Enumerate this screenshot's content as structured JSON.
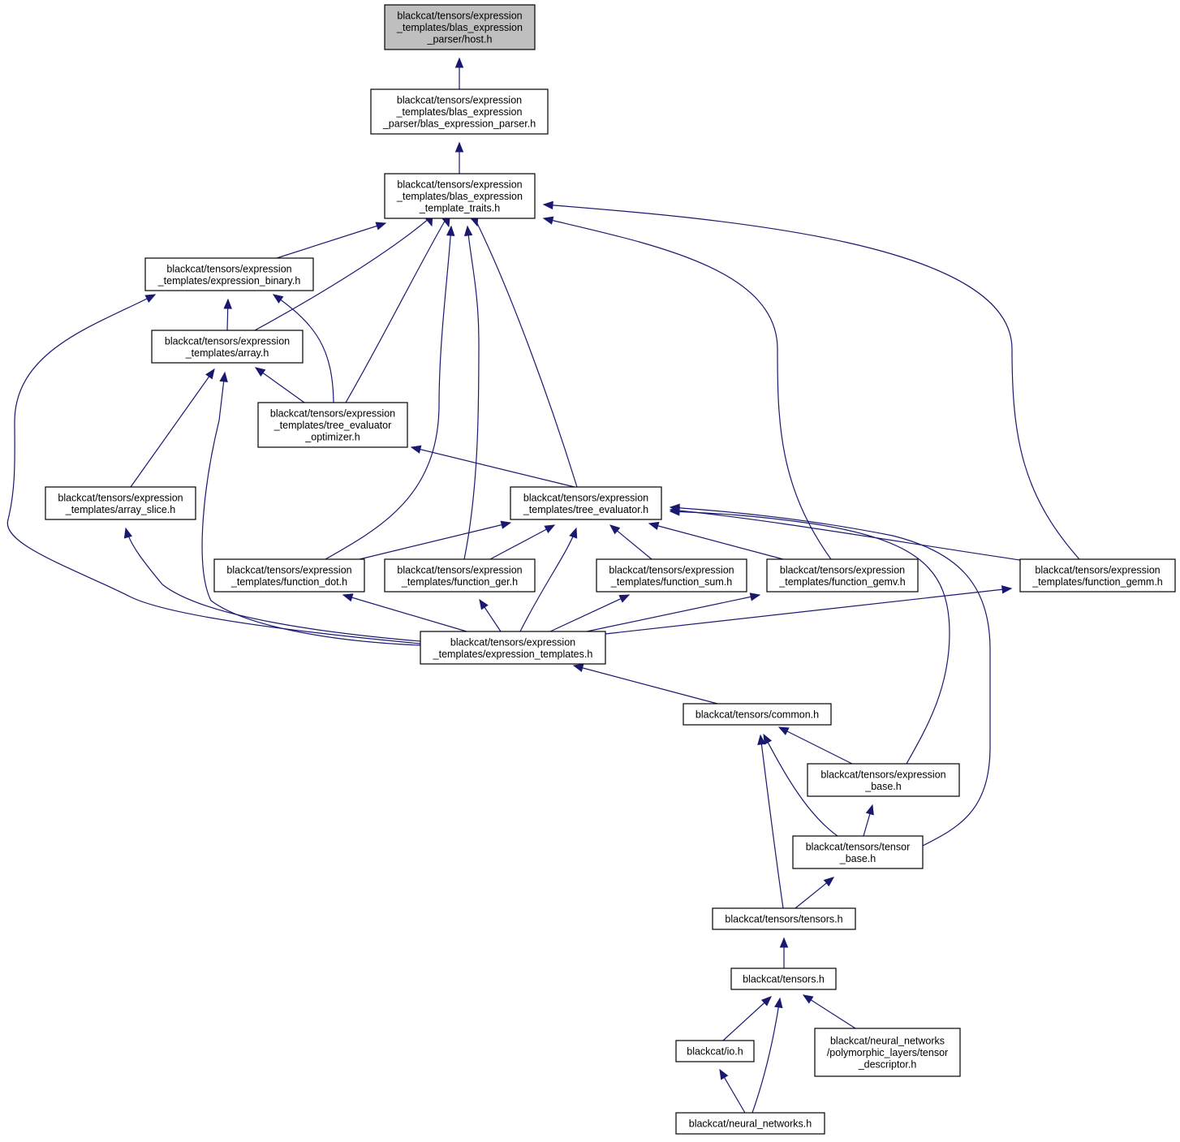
{
  "nodes": [
    {
      "id": "host",
      "lines": [
        "blackcat/tensors/expression",
        "_templates/blas_expression",
        "_parser/host.h"
      ]
    },
    {
      "id": "blas_parser",
      "lines": [
        "blackcat/tensors/expression",
        "_templates/blas_expression",
        "_parser/blas_expression_parser.h"
      ]
    },
    {
      "id": "traits",
      "lines": [
        "blackcat/tensors/expression",
        "_templates/blas_expression",
        "_template_traits.h"
      ]
    },
    {
      "id": "binary",
      "lines": [
        "blackcat/tensors/expression",
        "_templates/expression_binary.h"
      ]
    },
    {
      "id": "array",
      "lines": [
        "blackcat/tensors/expression",
        "_templates/array.h"
      ]
    },
    {
      "id": "optimizer",
      "lines": [
        "blackcat/tensors/expression",
        "_templates/tree_evaluator",
        "_optimizer.h"
      ]
    },
    {
      "id": "array_slice",
      "lines": [
        "blackcat/tensors/expression",
        "_templates/array_slice.h"
      ]
    },
    {
      "id": "tree_eval",
      "lines": [
        "blackcat/tensors/expression",
        "_templates/tree_evaluator.h"
      ]
    },
    {
      "id": "fdot",
      "lines": [
        "blackcat/tensors/expression",
        "_templates/function_dot.h"
      ]
    },
    {
      "id": "fger",
      "lines": [
        "blackcat/tensors/expression",
        "_templates/function_ger.h"
      ]
    },
    {
      "id": "fsum",
      "lines": [
        "blackcat/tensors/expression",
        "_templates/function_sum.h"
      ]
    },
    {
      "id": "fgemv",
      "lines": [
        "blackcat/tensors/expression",
        "_templates/function_gemv.h"
      ]
    },
    {
      "id": "fgemm",
      "lines": [
        "blackcat/tensors/expression",
        "_templates/function_gemm.h"
      ]
    },
    {
      "id": "expr_templates",
      "lines": [
        "blackcat/tensors/expression",
        "_templates/expression_templates.h"
      ]
    },
    {
      "id": "common",
      "lines": [
        "blackcat/tensors/common.h"
      ]
    },
    {
      "id": "expr_base",
      "lines": [
        "blackcat/tensors/expression",
        "_base.h"
      ]
    },
    {
      "id": "tensor_base",
      "lines": [
        "blackcat/tensors/tensor",
        "_base.h"
      ]
    },
    {
      "id": "tensors_tensors",
      "lines": [
        "blackcat/tensors/tensors.h"
      ]
    },
    {
      "id": "tensors_h",
      "lines": [
        "blackcat/tensors.h"
      ]
    },
    {
      "id": "io",
      "lines": [
        "blackcat/io.h"
      ]
    },
    {
      "id": "tensor_desc",
      "lines": [
        "blackcat/neural_networks",
        "/polymorphic_layers/tensor",
        "_descriptor.h"
      ]
    },
    {
      "id": "nn",
      "lines": [
        "blackcat/neural_networks.h"
      ]
    }
  ],
  "colors": {
    "edge": "#191970",
    "root_fill": "#bfbfbf",
    "node_fill": "#ffffff",
    "border": "#000000"
  }
}
